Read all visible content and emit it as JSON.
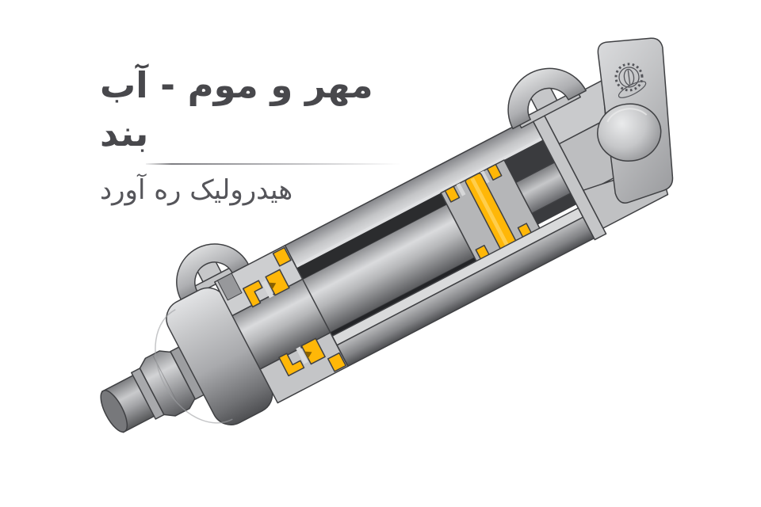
{
  "header": {
    "title": "مهر و موم - آب بند",
    "subtitle": "هیدرولیک ره آورد"
  },
  "illustration": {
    "label": "hydraulic-cylinder-cutaway",
    "parts": [
      "piston-rod-tip",
      "rod-lock-nut",
      "rod-gland-collar",
      "rod-end-port-boss",
      "rod-wiper-seal",
      "rod-u-cup-seal",
      "gland-static-seal",
      "cylinder-barrel",
      "piston-rod",
      "piston",
      "piston-wear-rings",
      "piston-main-seal",
      "cap-end-port-boss",
      "end-cap",
      "pivot-boss",
      "manufacturer-emblem"
    ],
    "colors": {
      "seal_yellow": "#ffb708",
      "metal_light": "#d6d7d9",
      "metal_mid": "#aaabad",
      "metal_dark": "#5a5b5e",
      "barrel_interior": "#2b2c2e",
      "outline": "#3f4043",
      "title_text": "#48484c",
      "subtitle_text": "#55555a",
      "background": "#ffffff"
    }
  }
}
